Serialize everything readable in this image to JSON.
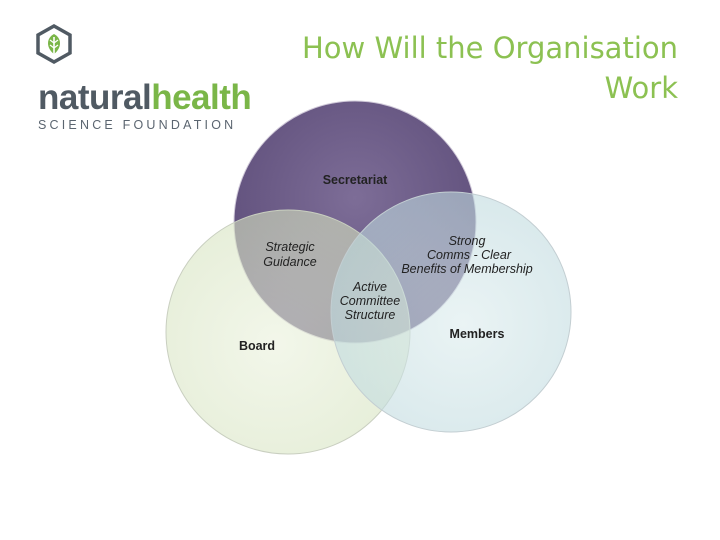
{
  "logo": {
    "word_part1": "natural",
    "word_part2": "health",
    "subtitle": "SCIENCE FOUNDATION",
    "icon": "leaf-hexagon-icon",
    "colors": {
      "dark": "#505a63",
      "green": "#7ab648"
    }
  },
  "title": {
    "line1": "How Will the Organisation",
    "line2": "Work",
    "color": "#8cc152"
  },
  "venn": {
    "circles": {
      "secretariat": {
        "label": "Secretariat",
        "color": "#6b5a86"
      },
      "board": {
        "label": "Board",
        "color": "#dfe9cc"
      },
      "members": {
        "label": "Members",
        "color": "#c8dfe3"
      }
    },
    "overlaps": {
      "secretariat_board": [
        "Strategic",
        "Guidance"
      ],
      "secretariat_members": [
        "Strong",
        "Comms - Clear",
        "Benefits of Membership"
      ],
      "center": [
        "Active",
        "Committee",
        "Structure"
      ]
    }
  }
}
